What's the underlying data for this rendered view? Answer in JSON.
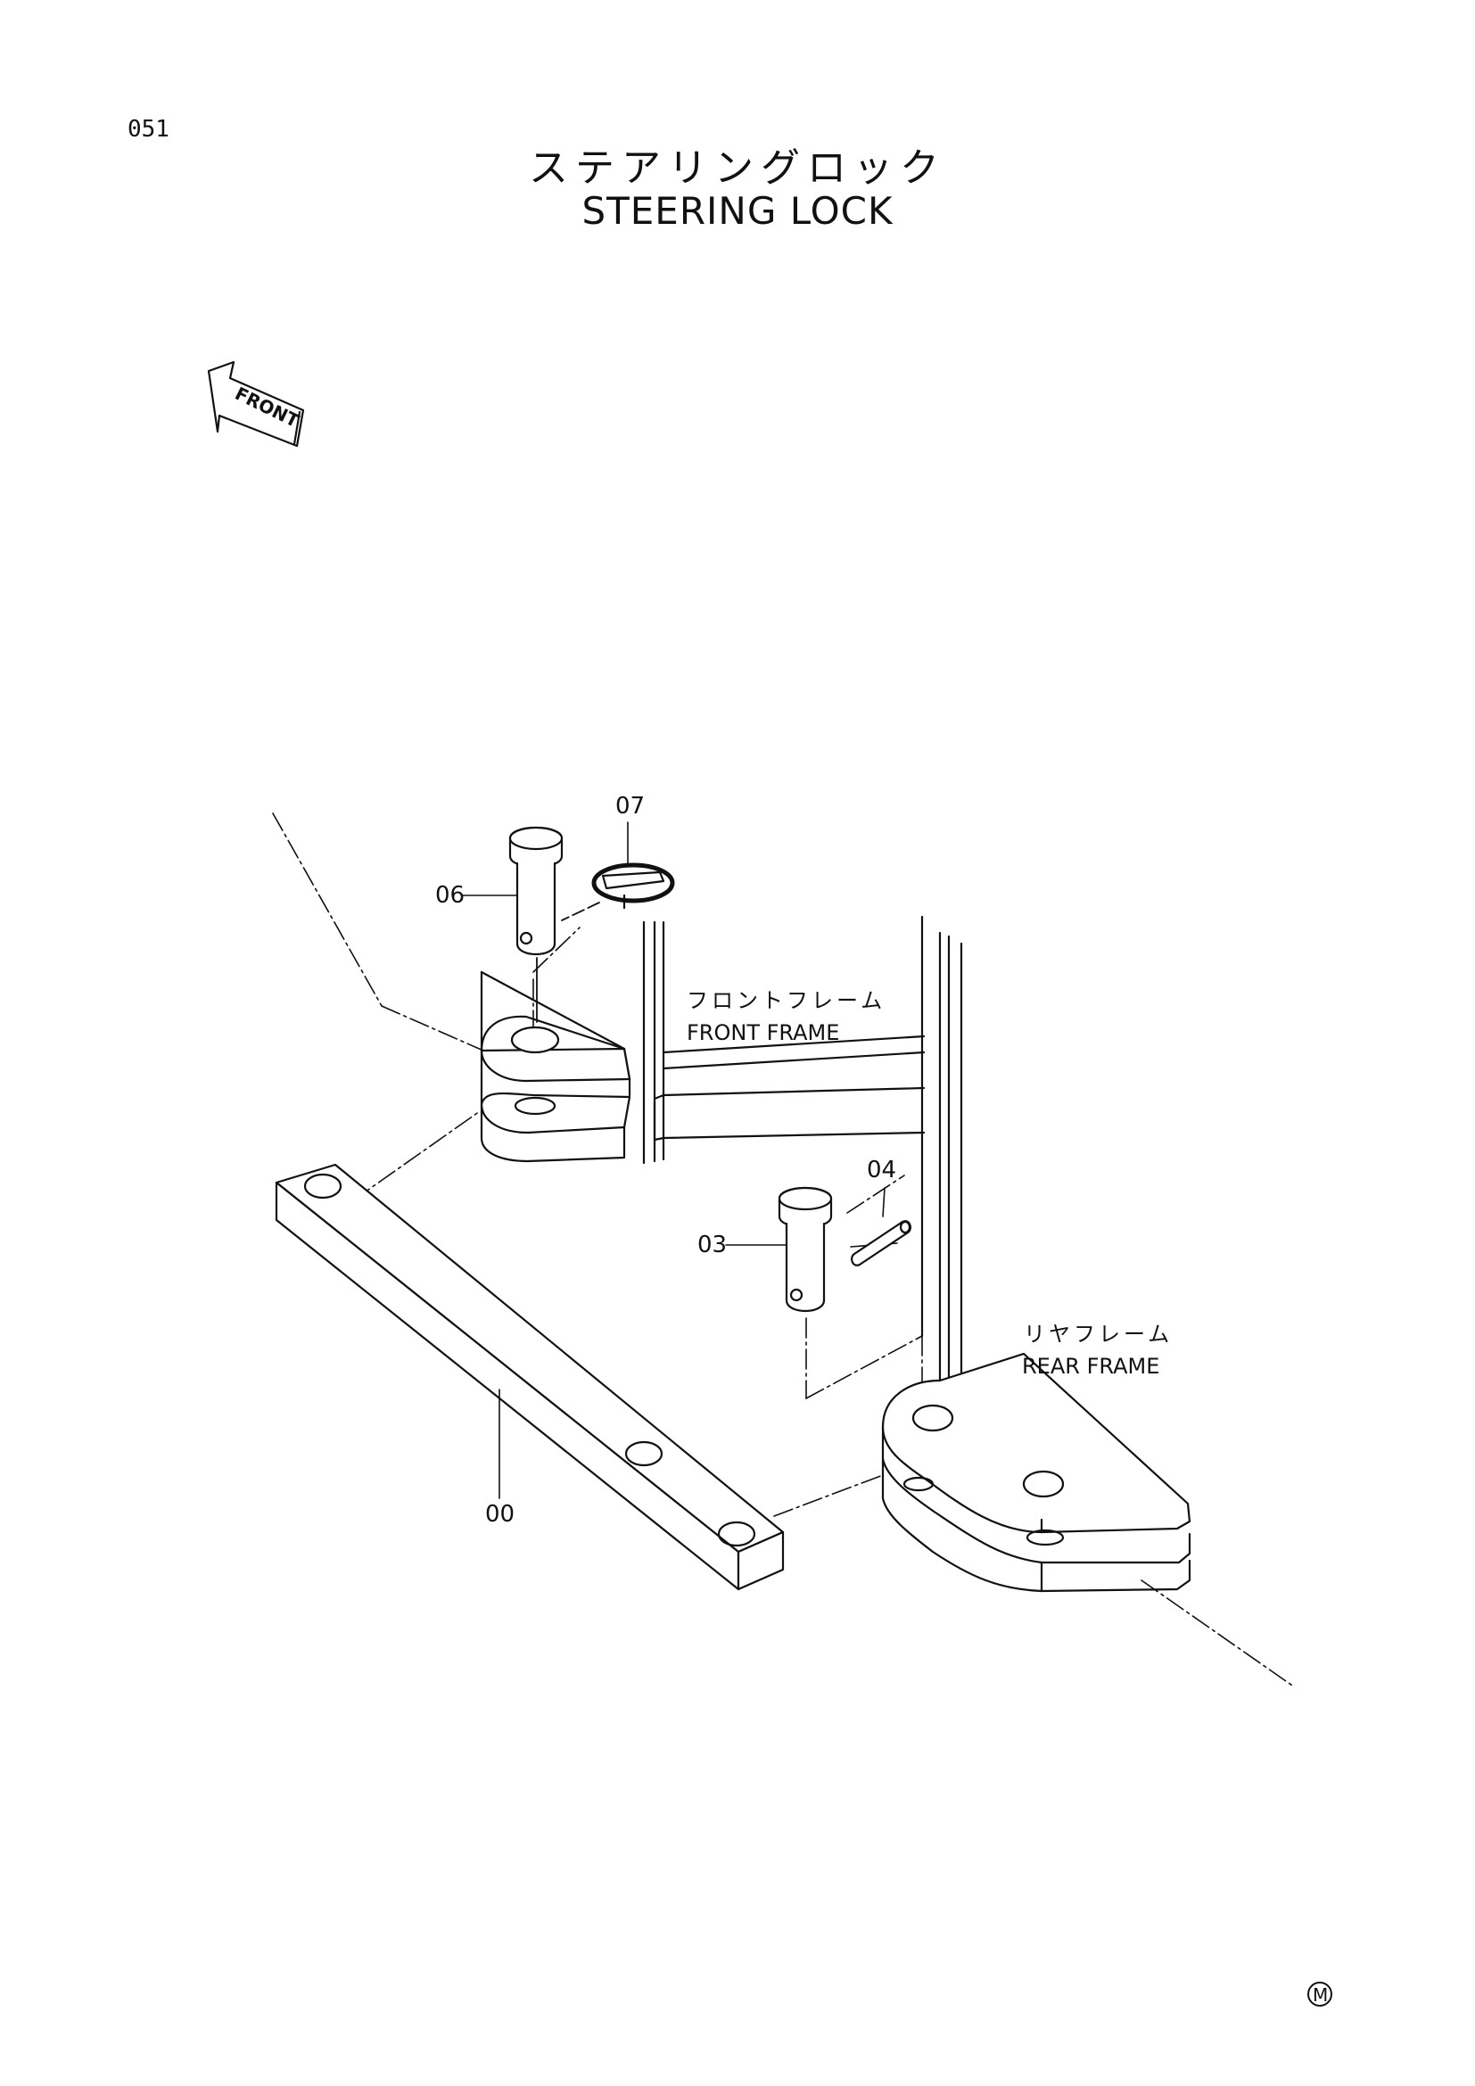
{
  "page": {
    "number": "051",
    "title_jp": "ステアリングロック",
    "title_en": "STEERING LOCK",
    "front_arrow_label": "FRONT"
  },
  "labels": {
    "front_frame_jp": "フロントフレーム",
    "front_frame_en": "FRONT FRAME",
    "rear_frame_jp": "リヤフレーム",
    "rear_frame_en": "REAR FRAME"
  },
  "callouts": {
    "part_00": "00",
    "part_03": "03",
    "part_04": "04",
    "part_06": "06",
    "part_07": "07"
  },
  "mark": "M"
}
